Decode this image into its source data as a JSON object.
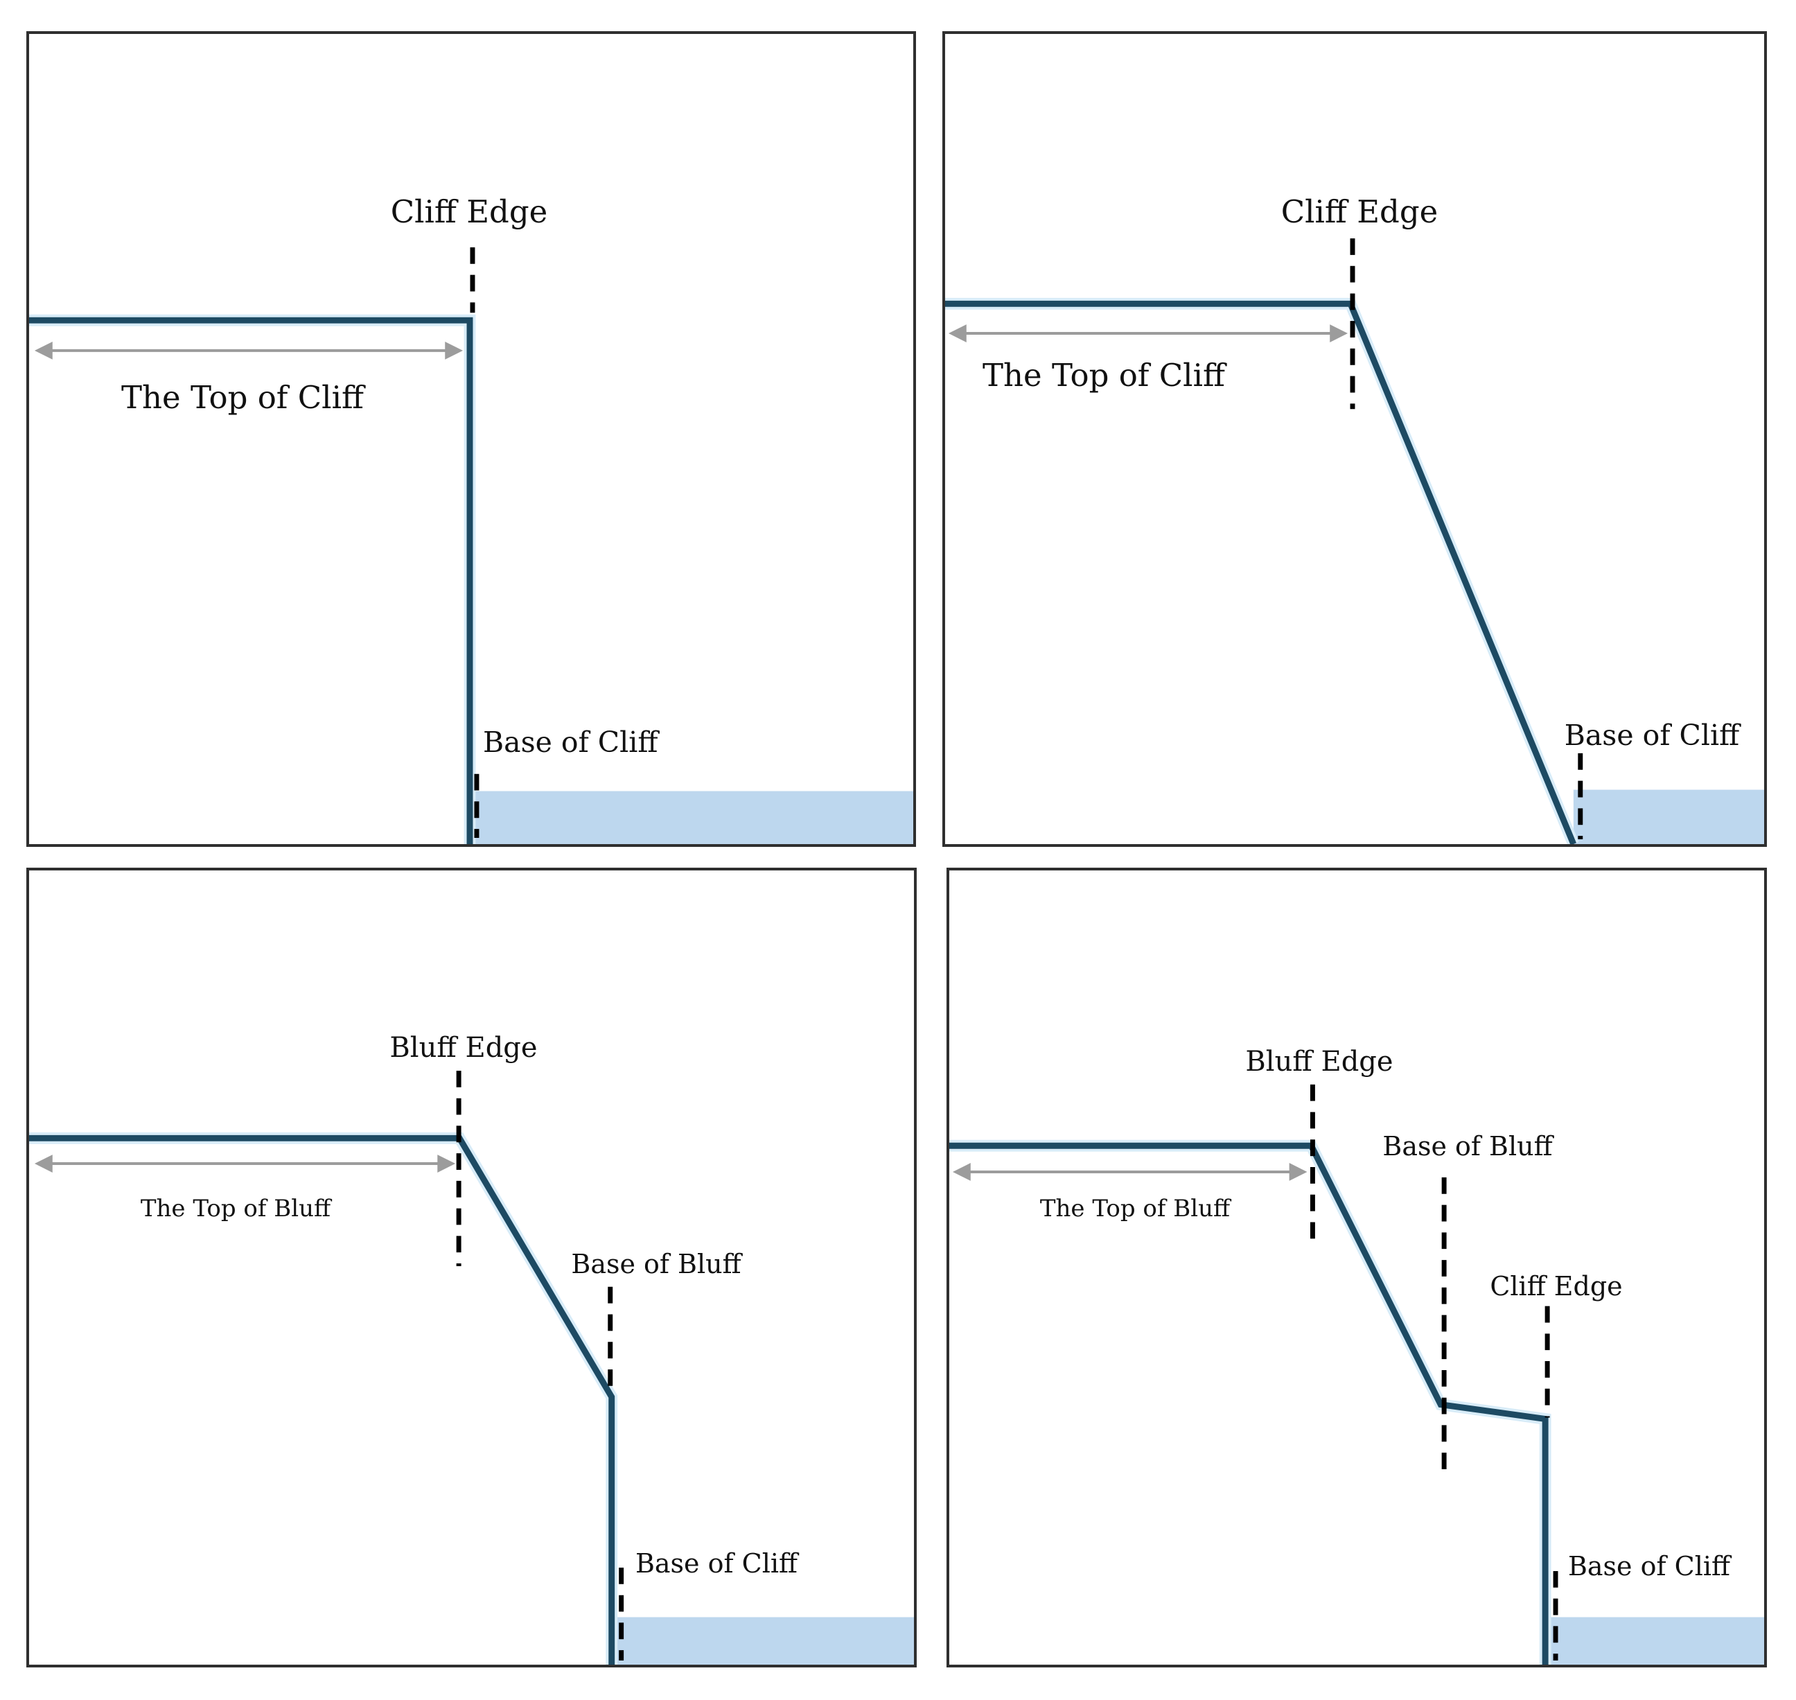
{
  "diagram": {
    "description_labels": {
      "cliff_edge": "Cliff Edge",
      "bluff_edge": "Bluff Edge",
      "top_of_cliff": "The Top of Cliff",
      "top_of_bluff": "The Top of Bluff",
      "base_of_cliff": "Base of Cliff",
      "base_of_bluff": "Base of Bluff"
    }
  },
  "panels": {
    "top_left": {
      "cliff_edge": "Cliff Edge",
      "top_of_cliff": "The Top of Cliff",
      "base_of_cliff": "Base of Cliff"
    },
    "top_right": {
      "cliff_edge": "Cliff Edge",
      "top_of_cliff": "The Top of Cliff",
      "base_of_cliff": "Base of Cliff"
    },
    "bottom_left": {
      "bluff_edge": "Bluff Edge",
      "top_of_bluff": "The Top of Bluff",
      "base_of_bluff": "Base of Bluff",
      "base_of_cliff": "Base of Cliff"
    },
    "bottom_right": {
      "bluff_edge": "Bluff Edge",
      "top_of_bluff": "The Top of Bluff",
      "base_of_bluff": "Base of Bluff",
      "cliff_edge": "Cliff Edge",
      "base_of_cliff": "Base of Cliff"
    }
  },
  "colors": {
    "profile_line": "#1d4a63",
    "profile_halo": "#d8ecf8",
    "water": "#bdd7ee",
    "arrow": "#9c9c9c",
    "dash": "#000000",
    "panel_border": "#2f2f2f",
    "text": "#111111"
  }
}
